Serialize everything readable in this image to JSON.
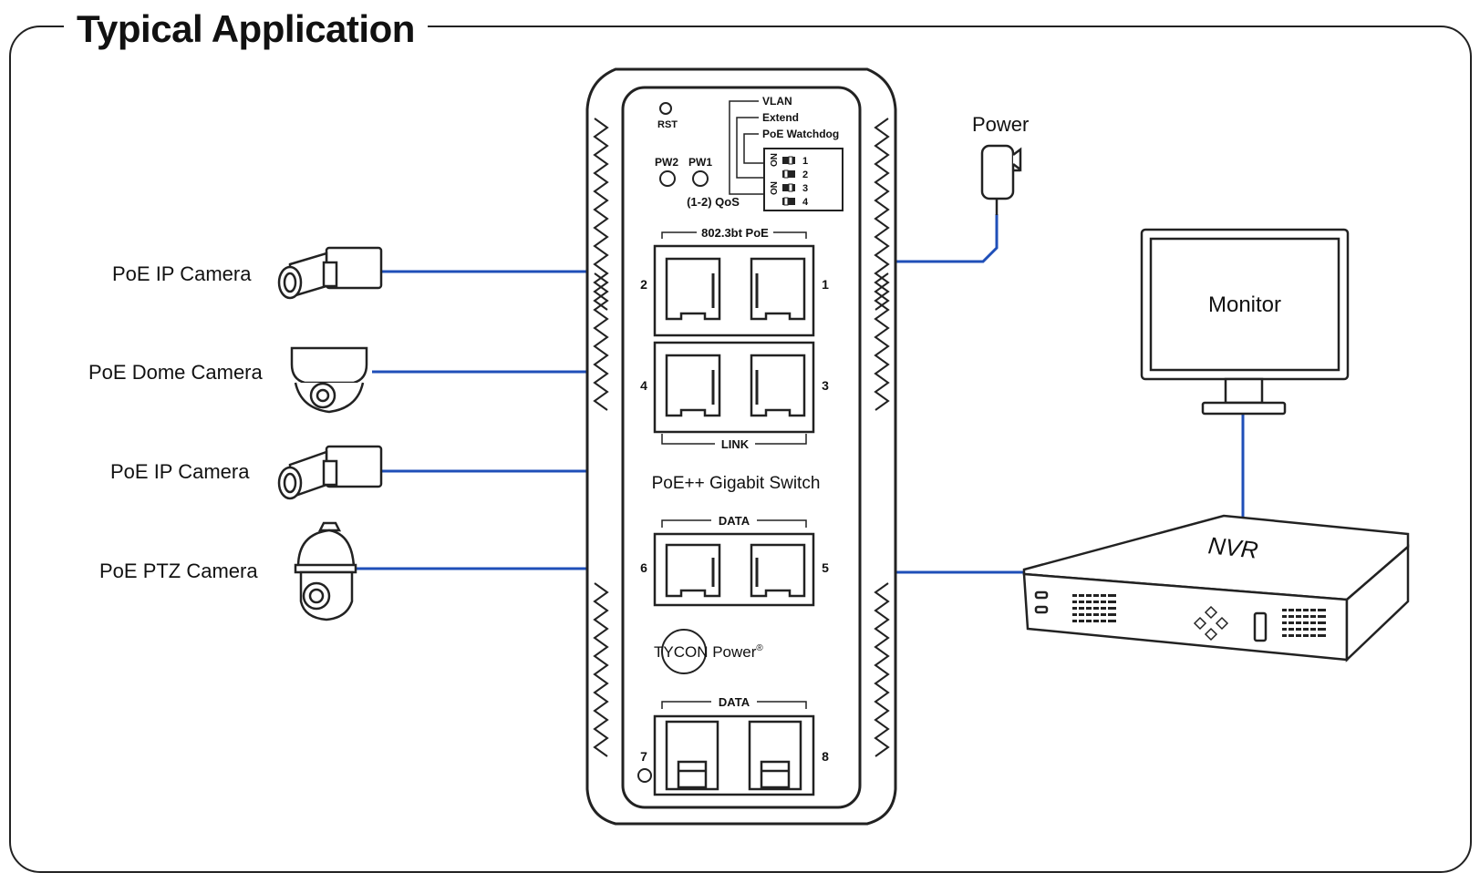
{
  "title": "Typical Application",
  "devices": {
    "camera_1": "PoE IP Camera",
    "dome_camera": "PoE Dome Camera",
    "camera_2": "PoE IP Camera",
    "ptz_camera": "PoE PTZ Camera",
    "power": "Power",
    "monitor": "Monitor",
    "nvr": "NVR"
  },
  "switch": {
    "name": "PoE++ Gigabit Switch",
    "brand": "TYCON Power",
    "brand_mark": "®",
    "rst": "RST",
    "pw2": "PW2",
    "pw1": "PW1",
    "qos": "(1-2) QoS",
    "dip_labels": [
      "VLAN",
      "Extend",
      "PoE Watchdog"
    ],
    "dip_on": "ON",
    "dip_numbers": [
      "1",
      "2",
      "3",
      "4"
    ],
    "poe_group": "802.3bt PoE",
    "link_group": "LINK",
    "data_group_1": "DATA",
    "data_group_2": "DATA",
    "ports": [
      "1",
      "2",
      "3",
      "4",
      "5",
      "6",
      "7",
      "8"
    ]
  },
  "colors": {
    "link": "#1f4fb8",
    "outline": "#222222"
  }
}
